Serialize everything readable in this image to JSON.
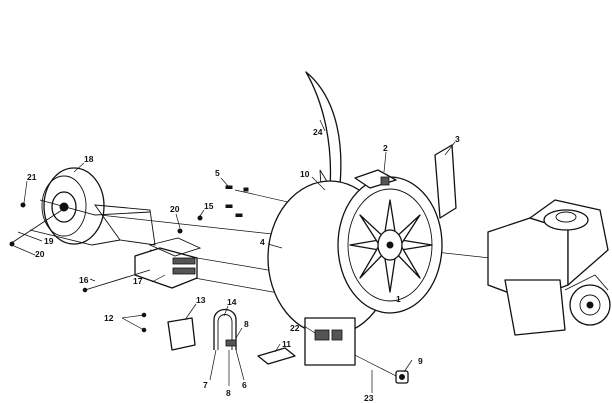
{
  "callouts": {
    "c1": "1",
    "c2": "2",
    "c3": "3",
    "c4": "4",
    "c5": "5",
    "c6": "6",
    "c7": "7",
    "c8a": "8",
    "c8b": "8",
    "c9": "9",
    "c10": "10",
    "c11": "11",
    "c12": "12",
    "c13": "13",
    "c14": "14",
    "c15": "15",
    "c16": "16",
    "c17": "17",
    "c18": "18",
    "c19": "19",
    "c20a": "20",
    "c20b": "20",
    "c21": "21",
    "c22": "22",
    "c23": "23",
    "c24": "24"
  }
}
